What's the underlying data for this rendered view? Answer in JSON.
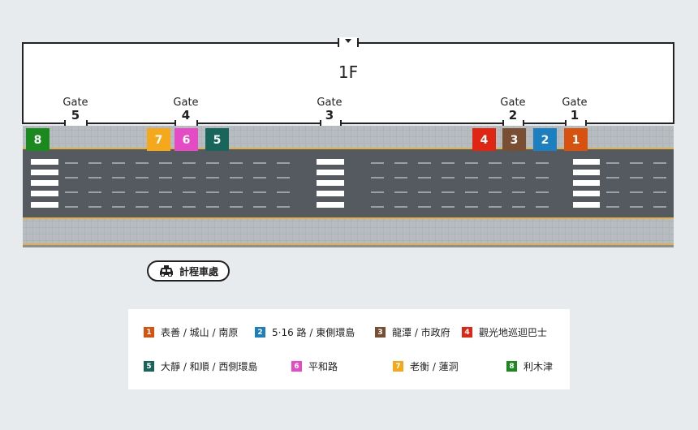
{
  "floor_label": "1F",
  "gate_word": "Gate",
  "gates": [
    {
      "number": "5"
    },
    {
      "number": "4"
    },
    {
      "number": "3"
    },
    {
      "number": "2"
    },
    {
      "number": "1"
    }
  ],
  "stops": [
    {
      "number": "8",
      "color": "#1a8a1f"
    },
    {
      "number": "7",
      "color": "#f6a81b"
    },
    {
      "number": "6",
      "color": "#e64bc6"
    },
    {
      "number": "5",
      "color": "#17655b"
    },
    {
      "number": "4",
      "color": "#e02613"
    },
    {
      "number": "3",
      "color": "#7a4e33"
    },
    {
      "number": "2",
      "color": "#1b7fc0"
    },
    {
      "number": "1",
      "color": "#d8520f"
    }
  ],
  "taxi": {
    "label": "計程車處",
    "icon": "taxi-icon"
  },
  "legend": [
    {
      "number": "1",
      "color": "#d8520f",
      "text": "表善 / 城山 / 南原"
    },
    {
      "number": "2",
      "color": "#1b7fc0",
      "text": "5·16 路 / 東側環島"
    },
    {
      "number": "3",
      "color": "#7a4e33",
      "text": "龍潭 / 市政府"
    },
    {
      "number": "4",
      "color": "#e02613",
      "text": "觀光地巡迴巴士"
    },
    {
      "number": "5",
      "color": "#17655b",
      "text": "大靜 / 和順 / 西側環島"
    },
    {
      "number": "6",
      "color": "#e64bc6",
      "text": "平和路"
    },
    {
      "number": "7",
      "color": "#f6a81b",
      "text": "老衡 / 蓮洞"
    },
    {
      "number": "8",
      "color": "#1a8a1f",
      "text": "利木津"
    }
  ]
}
